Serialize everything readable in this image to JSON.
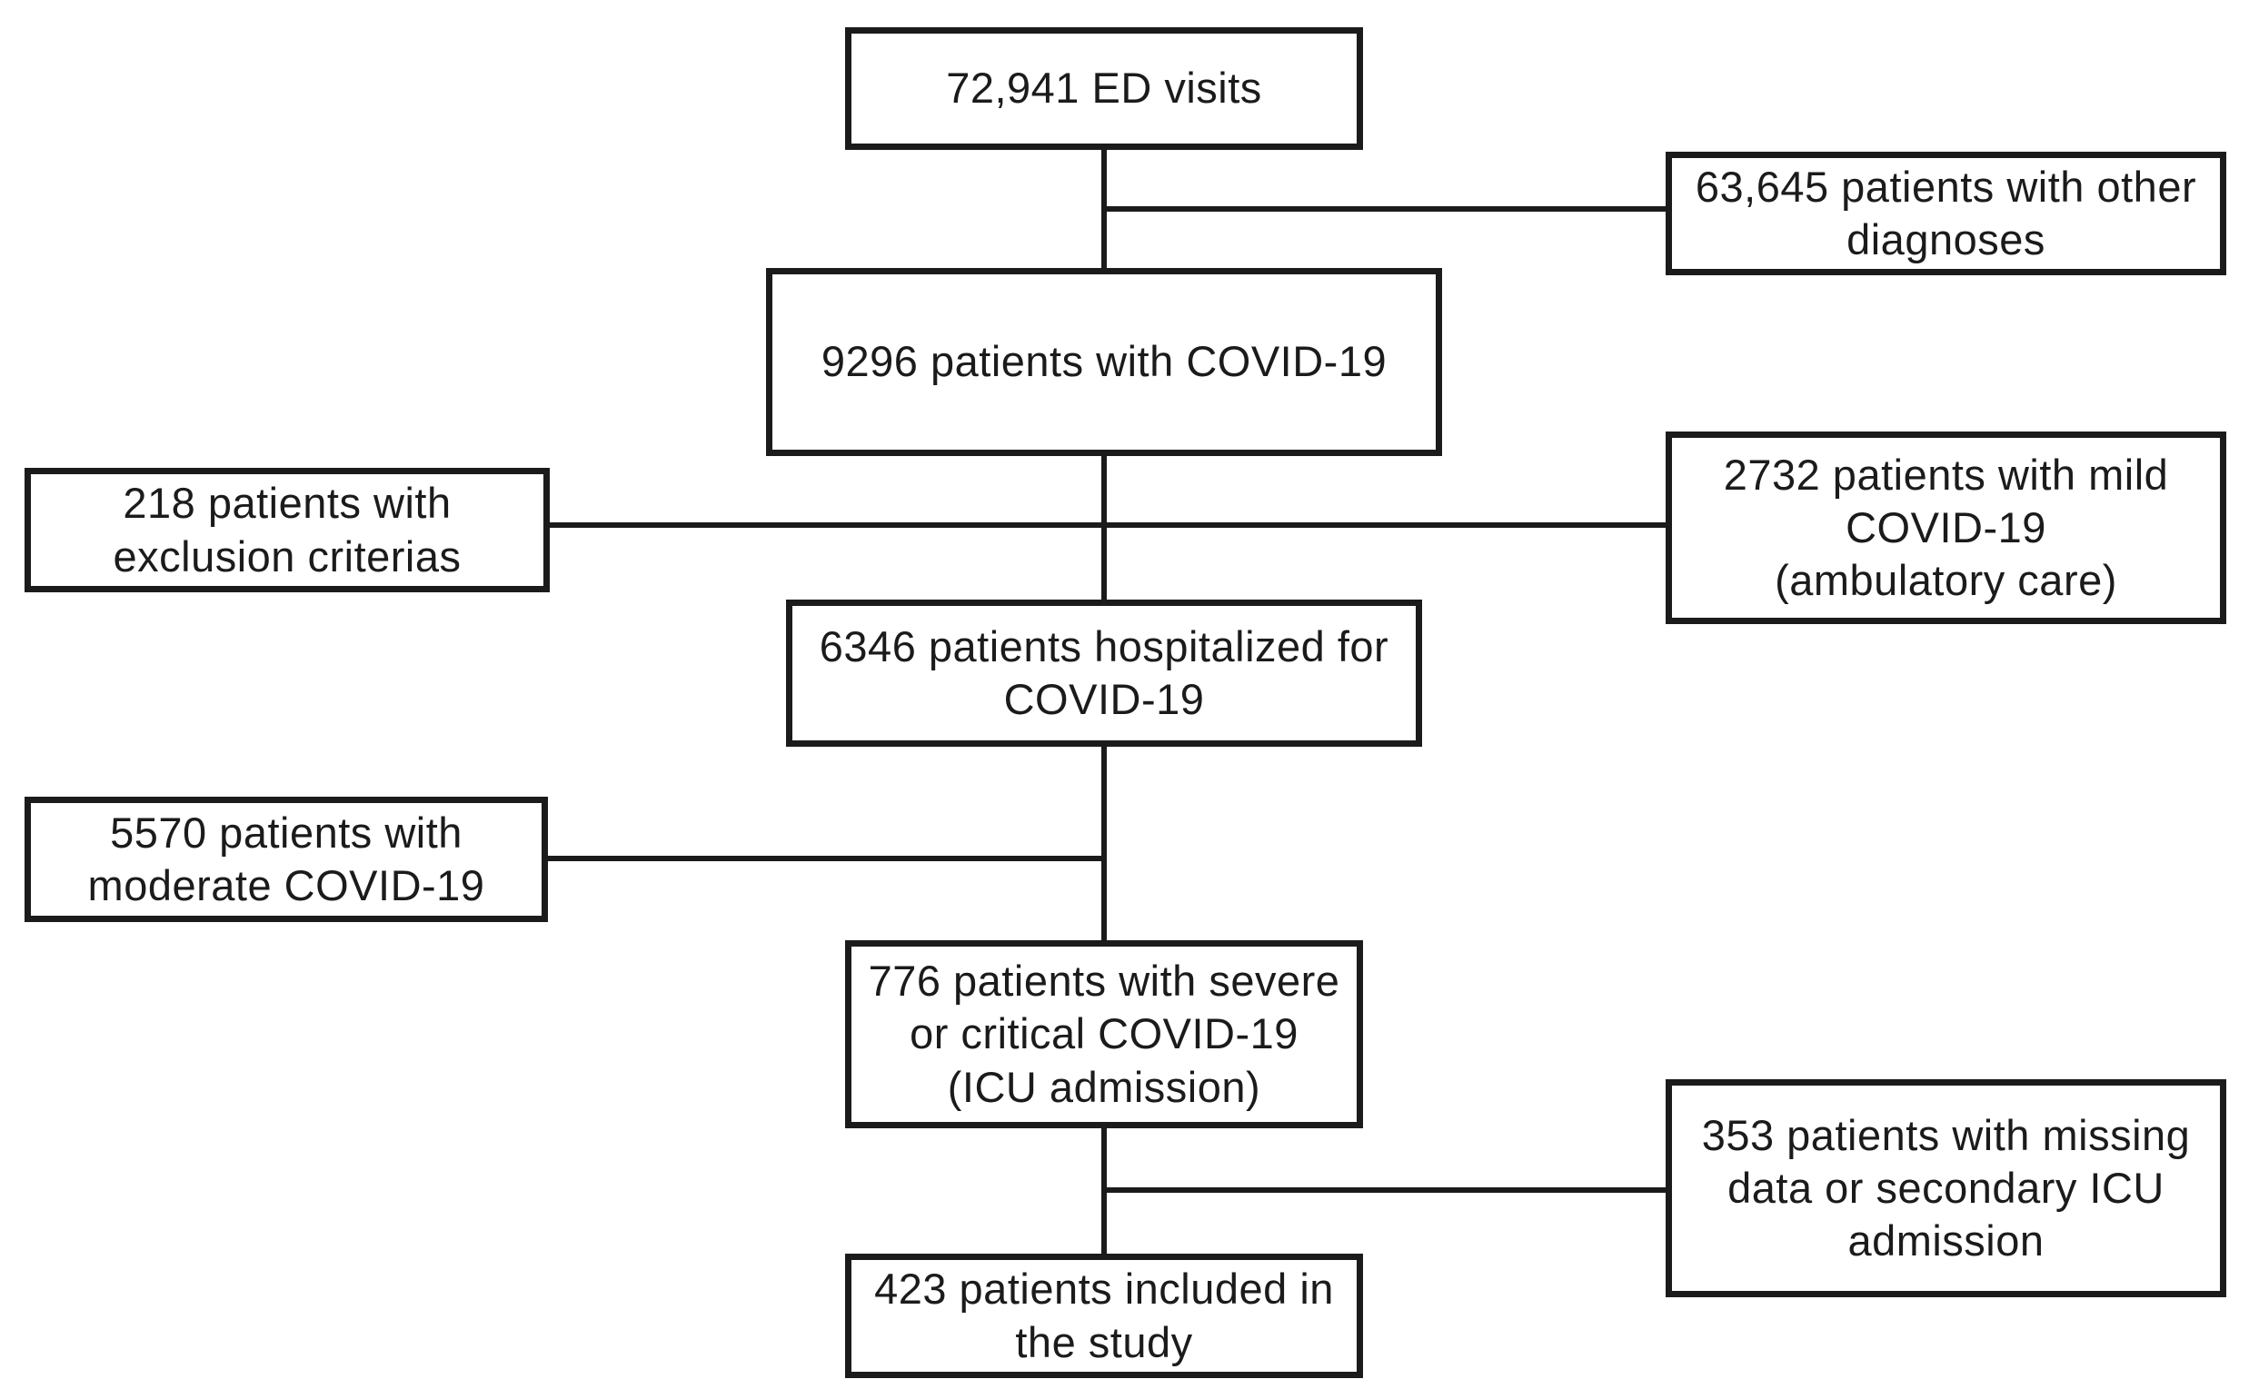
{
  "diagram": {
    "type": "flowchart",
    "colors": {
      "ink": "#1b1b1b",
      "background": "#ffffff"
    },
    "nodes": {
      "ed_visits": {
        "label": "72,941 ED visits"
      },
      "other_diagnoses": {
        "label": "63,645 patients with other\ndiagnoses"
      },
      "covid_patients": {
        "label": "9296 patients with COVID-19"
      },
      "exclusion": {
        "label": "218 patients with\nexclusion criterias"
      },
      "mild": {
        "label": "2732 patients with mild\nCOVID-19\n(ambulatory care)"
      },
      "hospitalized": {
        "label": "6346 patients hospitalized for\nCOVID-19"
      },
      "moderate": {
        "label": "5570 patients with\nmoderate COVID-19"
      },
      "severe": {
        "label": "776 patients with severe\nor critical COVID-19\n(ICU admission)"
      },
      "missing": {
        "label": "353 patients with missing\ndata or secondary ICU\nadmission"
      },
      "included": {
        "label": "423 patients included in\nthe study"
      }
    },
    "connections": [
      {
        "from": "ed_visits",
        "to": "covid_patients"
      },
      {
        "from": "ed_visits",
        "to": "other_diagnoses"
      },
      {
        "from": "covid_patients",
        "to": "hospitalized"
      },
      {
        "from": "exclusion",
        "to": "covid_patients-hospitalized-line"
      },
      {
        "from": "mild",
        "to": "covid_patients-hospitalized-line"
      },
      {
        "from": "hospitalized",
        "to": "severe"
      },
      {
        "from": "moderate",
        "to": "hospitalized-severe-line"
      },
      {
        "from": "severe",
        "to": "included"
      },
      {
        "from": "missing",
        "to": "severe-included-line"
      }
    ]
  }
}
